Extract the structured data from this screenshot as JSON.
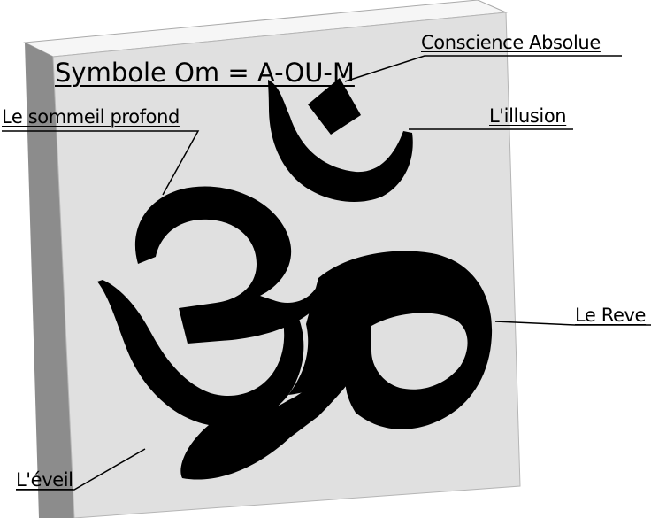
{
  "title": "Symbole Om = A-OU-M",
  "labels": {
    "conscience": "Conscience Absolue",
    "sommeil": "Le sommeil profond",
    "illusion": "L'illusion",
    "reve": "Le Reve",
    "eveil": "L'éveil"
  },
  "colors": {
    "panel_face": "#e0e0e0",
    "panel_side": "#8c8c8c",
    "panel_top": "#f6f6f6",
    "symbol": "#000000"
  }
}
